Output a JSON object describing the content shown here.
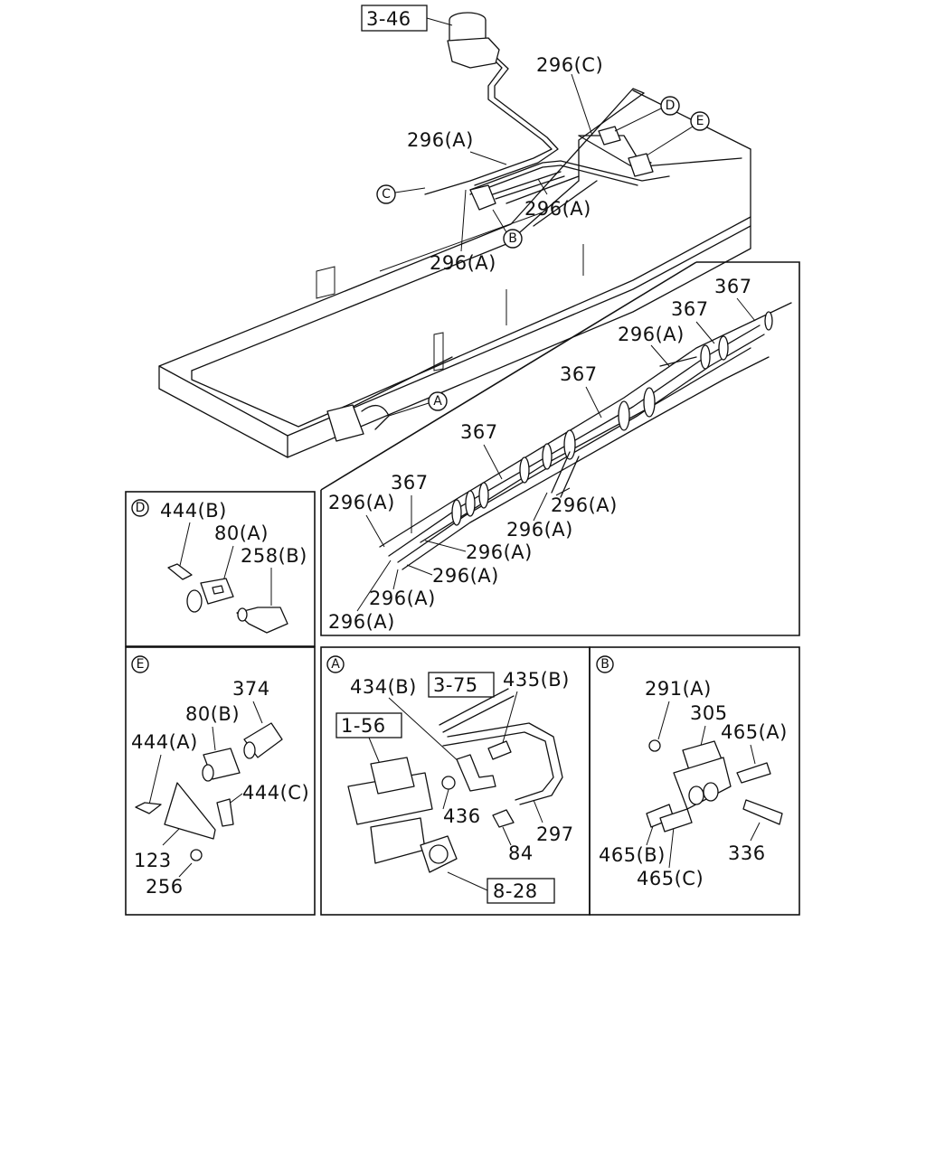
{
  "callouts": {
    "ref_3_46": "3-46",
    "p296c": "296(C)",
    "p296a_top": "296(A)",
    "p296a_mid": "296(A)",
    "p296a_low": "296(A)"
  },
  "bubbles": {
    "a": "A",
    "b": "B",
    "c": "C",
    "d": "D",
    "e": "E"
  },
  "detail_bundle": {
    "l367_1": "367",
    "l367_2": "367",
    "l296a_1": "296(A)",
    "l367_3": "367",
    "l367_4": "367",
    "l367_5": "367",
    "l296a_2": "296(A)",
    "l296a_3": "296(A)",
    "l296a_4": "296(A)",
    "l296a_5": "296(A)",
    "l296a_6": "296(A)",
    "l296a_7": "296(A)",
    "l296a_8": "296(A)"
  },
  "detail_d": {
    "tag": "D",
    "p444b": "444(B)",
    "p80a": "80(A)",
    "p258b": "258(B)"
  },
  "detail_e": {
    "tag": "E",
    "p374": "374",
    "p80b": "80(B)",
    "p444a": "444(A)",
    "p444c": "444(C)",
    "p123": "123",
    "p256": "256"
  },
  "detail_a": {
    "tag": "A",
    "p434b": "434(B)",
    "ref_3_75": "3-75",
    "p435b": "435(B)",
    "ref_1_56": "1-56",
    "p436": "436",
    "p297": "297",
    "p84": "84",
    "ref_8_28": "8-28"
  },
  "detail_b": {
    "tag": "B",
    "p291a": "291(A)",
    "p305": "305",
    "p465a": "465(A)",
    "p465b": "465(B)",
    "p465c": "465(C)",
    "p336": "336"
  }
}
